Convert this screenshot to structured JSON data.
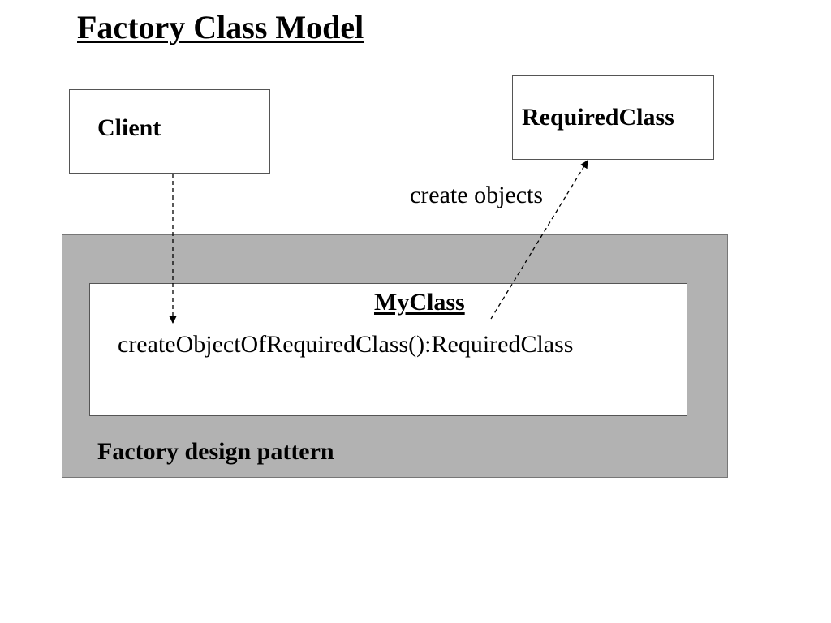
{
  "title": "Factory Class Model",
  "nodes": {
    "client": "Client",
    "required_class": "RequiredClass",
    "my_class": {
      "name": "MyClass",
      "method": "createObjectOfRequiredClass():RequiredClass"
    },
    "factory_group": "Factory design pattern"
  },
  "edges": {
    "create_objects_label": "create objects"
  },
  "colors": {
    "factory_background": "#b2b2b2",
    "box_background": "#ffffff",
    "stroke": "#000000"
  }
}
